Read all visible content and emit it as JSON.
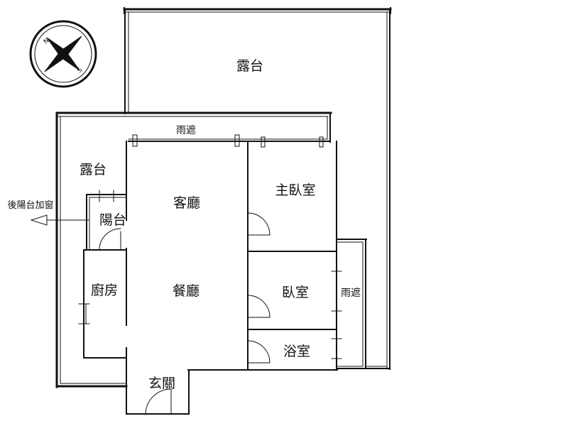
{
  "plan": {
    "rooms": {
      "terrace_top": "露台",
      "canopy_top": "雨遮",
      "terrace_left": "露台",
      "balcony": "陽台",
      "living_room": "客廳",
      "dining_room": "餐廳",
      "kitchen": "廚房",
      "master_bedroom": "主臥室",
      "bedroom": "臥室",
      "bathroom": "浴室",
      "canopy_right": "雨遮",
      "entrance": "玄關"
    },
    "annotations": {
      "rear_balcony_window": "後陽台加窗"
    },
    "compass": {
      "north": "N",
      "south": "S"
    }
  }
}
